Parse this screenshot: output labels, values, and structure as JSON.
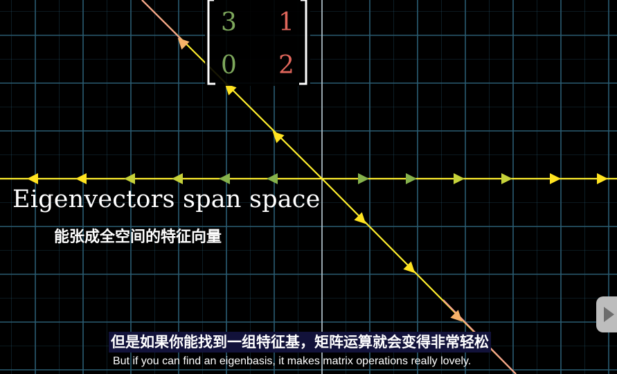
{
  "matrix": {
    "entries": [
      [
        "3",
        "1"
      ],
      [
        "0",
        "2"
      ]
    ],
    "column_colors": [
      "#7ea85c",
      "#e0665b"
    ]
  },
  "title": {
    "en": "Eigenvectors span space",
    "zh": "能张成全空间的特征向量"
  },
  "subtitles": {
    "zh": "但是如果你能找到一组特征基，矩阵运算就会变得非常轻松",
    "en": "But if you can find an eigenbasis, it makes matrix operations really lovely."
  },
  "colors": {
    "background": "#000000",
    "grid": "#2a5d73",
    "axis": "#ffffff",
    "eigenline": "#ffef2e",
    "arrow_yellow": "#ffe320",
    "arrow_green": "#86b24c",
    "arrow_orange": "#f7b26a",
    "diag_tail": "#f4a38f",
    "subtitle_bg": "#12123a"
  },
  "icons": {
    "side_play": "play-icon"
  }
}
